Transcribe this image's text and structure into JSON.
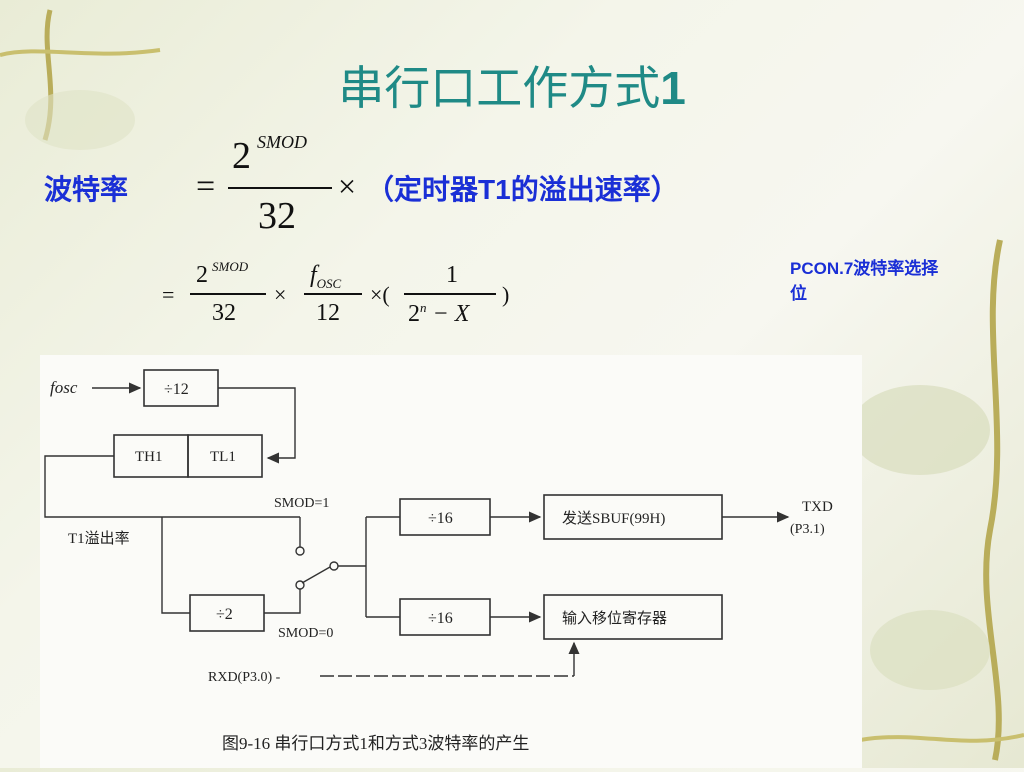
{
  "slide": {
    "title": "串行口工作方式",
    "title_num": "1",
    "baud_label": "波特率",
    "eq1": {
      "equals": "=",
      "num_base": "2",
      "num_exp": "SMOD",
      "den": "32",
      "times": "×",
      "paren_open": "（定时器",
      "t1": "T1",
      "paren_rest": "的溢出速率）"
    },
    "eq2": {
      "equals": "=",
      "a_num_base": "2",
      "a_num_exp": "SMOD",
      "a_den": "32",
      "times1": "×",
      "b_num": "f",
      "b_num_sub": "OSC",
      "b_den": "12",
      "times2": "×(",
      "c_num": "1",
      "c_den_base": "2",
      "c_den_exp": "n",
      "c_den_rest": "− X",
      "close": ")"
    },
    "note": "PCON.7波特率选择位"
  },
  "figure": {
    "fosc": "fosc",
    "div12": "÷12",
    "th1": "TH1",
    "tl1": "TL1",
    "smod1": "SMOD=1",
    "t1rate": "T1溢出率",
    "div2": "÷2",
    "smod0": "SMOD=0",
    "div16a": "÷16",
    "div16b": "÷16",
    "sbuf": "发送SBUF(99H)",
    "shift": "输入移位寄存器",
    "txd": "TXD",
    "txd_pin": "(P3.1)",
    "rxd": "RXD(P3.0) -",
    "caption": "图9-16   串行口方式1和方式3波特率的产生"
  },
  "colors": {
    "title": "#1f8a86",
    "blue": "#1a2fd6"
  }
}
